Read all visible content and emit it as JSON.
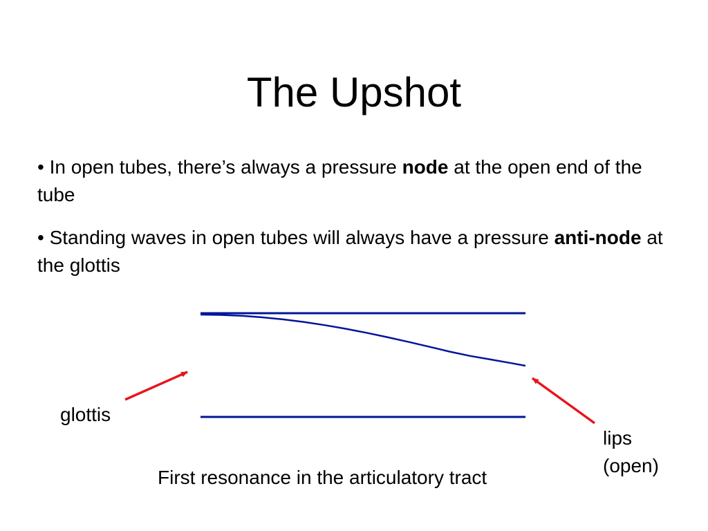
{
  "slide": {
    "title": "The Upshot",
    "bullets": [
      {
        "marker": "•",
        "before": " In open tubes, there’s always a pressure ",
        "bold": "node",
        "after": " at the open end of the tube"
      },
      {
        "marker": "•",
        "before": " Standing waves in open tubes will always have a pressure ",
        "bold": "anti-node",
        "after": " at the glottis"
      }
    ]
  },
  "diagram": {
    "glottis_label": "glottis",
    "lips_label_line1": "lips",
    "lips_label_line2": "(open)",
    "caption": "First resonance in the articulatory tract",
    "colors": {
      "tube": "#00149b",
      "arrow": "#e8141b"
    }
  }
}
